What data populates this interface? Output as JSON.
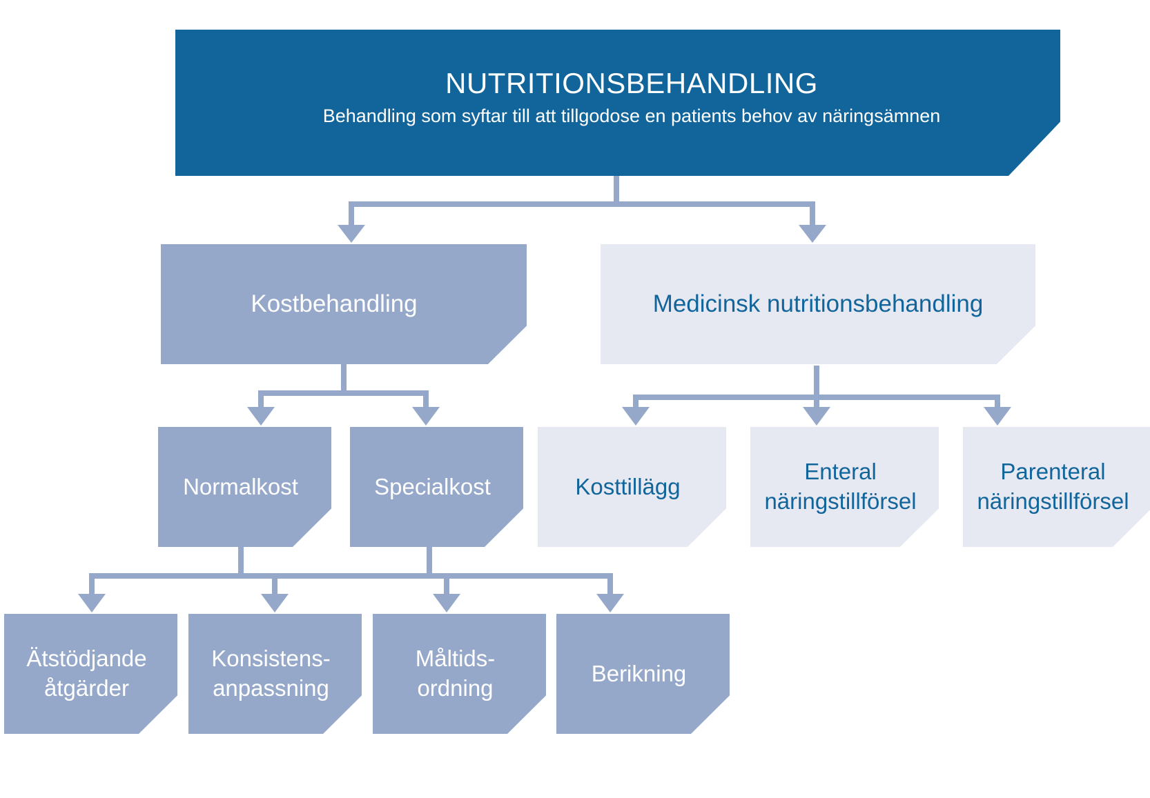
{
  "colors": {
    "primary": "#11659b",
    "mid": "#95a8c9",
    "light": "#e6e9f2",
    "connector": "#95a8c9"
  },
  "root": {
    "title": "NUTRITIONSBEHANDLING",
    "subtitle": "Behandling som syftar till att tillgodose en patients behov av näringsämnen"
  },
  "level1": {
    "kostbehandling": "Kostbehandling",
    "medicinsk": "Medicinsk nutritionsbehandling"
  },
  "level2": {
    "normalkost": "Normalkost",
    "specialkost": "Specialkost",
    "kosttillagg": "Kosttillägg",
    "enteral": "Enteral\nnäringstillförsel",
    "parenteral": "Parenteral\nnäringstillförsel"
  },
  "level3": {
    "atstodjande": "Ätstödjande\nåtgärder",
    "konsistens": "Konsistens-\nanpassning",
    "maltids": "Måltids-\nordning",
    "berikning": "Berikning"
  }
}
